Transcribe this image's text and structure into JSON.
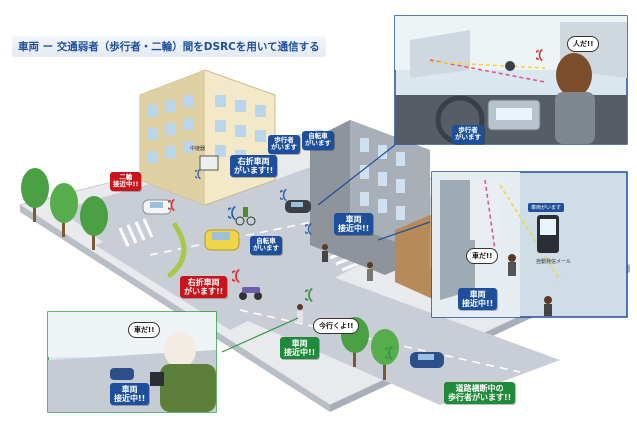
{
  "title": "車両 ー 交通弱者（歩行者・二輪）間をDSRCを用いて通信する",
  "colors": {
    "label_blue": "#1d4f9c",
    "label_red": "#c8151b",
    "label_green": "#1e8a3a",
    "road": "#c9ced6",
    "sidewalk": "#e8eaed",
    "tree": "#4aa043",
    "signal_red": "#d9322b",
    "signal_green": "#2f9a3e",
    "signal_blue": "#2c63b5"
  },
  "scene": {
    "relay_label": "中継器",
    "moto_approach": [
      "二輪",
      "接近中!!"
    ],
    "right_turn_top": [
      "右折車両",
      "がいます!!"
    ],
    "pedestrian_info": [
      "歩行者",
      "がいます"
    ],
    "bicycle_info_top": [
      "自転車",
      "がいます"
    ],
    "bicycle_info_mid": [
      "自転車",
      "がいます"
    ],
    "vehicle_approach_mid": [
      "車両",
      "接近中!!"
    ],
    "right_turn_red": [
      "右折車両",
      "がいます!!"
    ],
    "vehicle_approach_ped": [
      "車両",
      "接近中!!"
    ],
    "going_bubble": "今行くよ!!",
    "crossing_alert": [
      "道路横断中の",
      "歩行者がいます!!"
    ]
  },
  "inset_driver": {
    "bubble": "人だ!!",
    "pedestrian_label": [
      "歩行者",
      "がいます"
    ]
  },
  "inset_phone": {
    "screen_label": "車両がいます",
    "mail_label": "自動発信メール",
    "bubble": "車だ!!",
    "vehicle_approach": [
      "車両",
      "接近中!!"
    ]
  },
  "inset_elderly": {
    "bubble": "車だ!!",
    "vehicle_approach": [
      "車両",
      "接近中!!"
    ]
  },
  "icons": [
    "signal-waves-icon",
    "tree-icon",
    "car-icon",
    "motorcycle-icon",
    "bicycle-icon",
    "pedestrian-icon",
    "mobile-phone-icon",
    "building-icon",
    "steering-wheel-icon"
  ]
}
